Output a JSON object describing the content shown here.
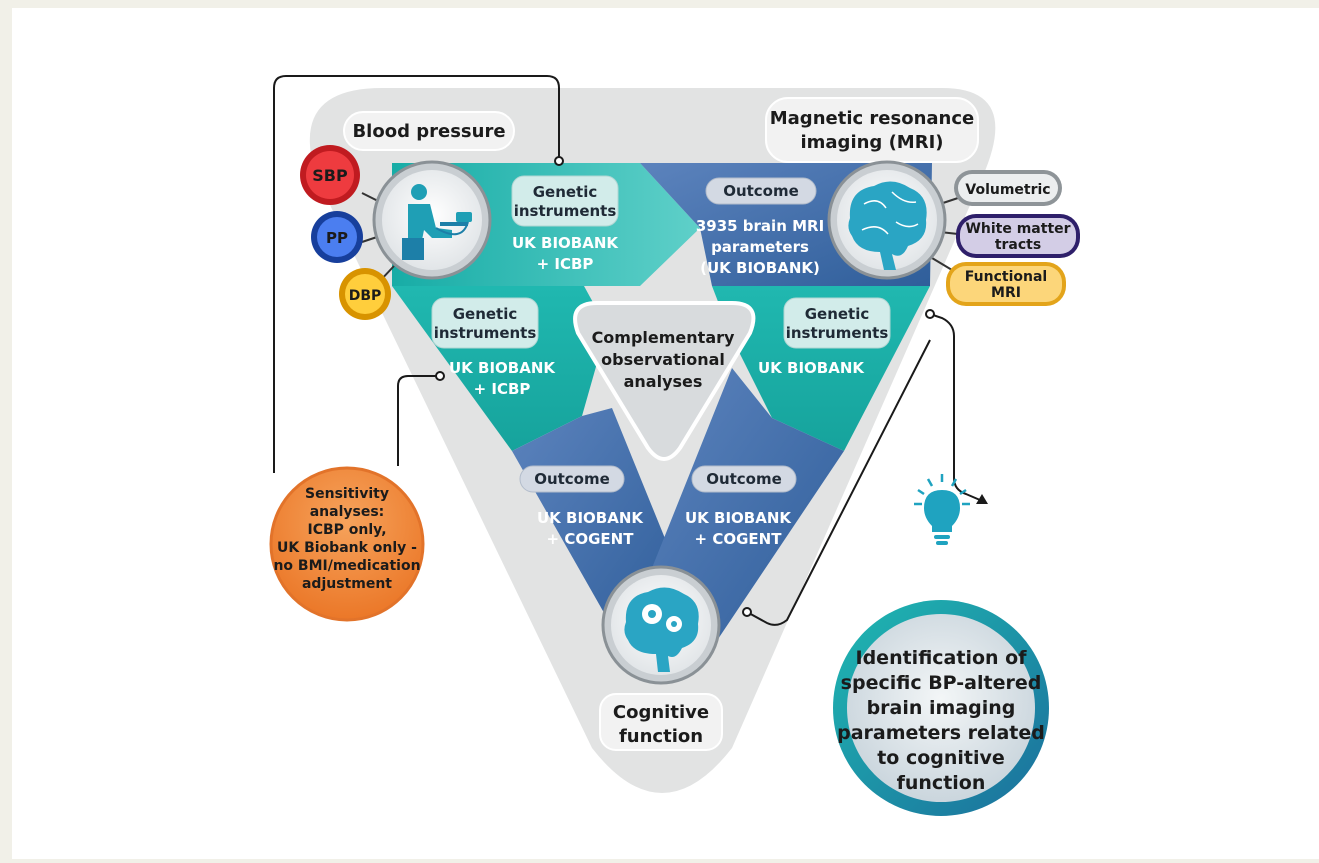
{
  "nodes": {
    "blood_pressure": "Blood pressure",
    "mri_line1": "Magnetic resonance",
    "mri_line2": "imaging (MRI)",
    "cognitive_line1": "Cognitive",
    "cognitive_line2": "function",
    "center_line1": "Complementary",
    "center_line2": "observational",
    "center_line3": "analyses"
  },
  "bp_types": {
    "sbp": "SBP",
    "pp": "PP",
    "dbp": "DBP"
  },
  "mri_types": {
    "volumetric": "Volumetric",
    "white_matter_line1": "White matter",
    "white_matter_line2": "tracts",
    "functional_line1": "Functional",
    "functional_line2": "MRI"
  },
  "top_left": {
    "tag_line1": "Genetic",
    "tag_line2": "instruments",
    "src_line1": "UK BIOBANK",
    "src_line2": "+ ICBP"
  },
  "top_right": {
    "tag": "Outcome",
    "line1": "3935 brain MRI",
    "line2": "parameters",
    "line3": "(UK BIOBANK)"
  },
  "left_arm": {
    "tag_line1": "Genetic",
    "tag_line2": "instruments",
    "src_line1": "UK BIOBANK",
    "src_line2": "+ ICBP"
  },
  "right_arm": {
    "tag_line1": "Genetic",
    "tag_line2": "instruments",
    "src": "UK BIOBANK"
  },
  "bottom_left": {
    "tag": "Outcome",
    "line1": "UK BIOBANK",
    "line2": "+ COGENT"
  },
  "bottom_right": {
    "tag": "Outcome",
    "line1": "UK BIOBANK",
    "line2": "+ COGENT"
  },
  "sensitivity": {
    "line1": "Sensitivity",
    "line2": "analyses:",
    "line3": "ICBP only,",
    "line4": "UK Biobank only -",
    "line5": "no BMI/medication",
    "line6": "adjustment"
  },
  "result": {
    "line1": "Identification of",
    "line2": "specific BP-altered",
    "line3": "brain imaging",
    "line4": "parameters related",
    "line5": "to cognitive",
    "line6": "function"
  },
  "colors": {
    "teal": "#1fb2ab",
    "blue": "#3f6fa8",
    "orange": "#f08a3e",
    "result_ring": "#1a8fa8",
    "sbp": "#e0282e",
    "pp": "#2a5bd1",
    "dbp": "#f4b41c"
  },
  "icons": [
    "patient-bp-measurement-icon",
    "brain-icon",
    "brain-gears-icon",
    "lightbulb-icon"
  ]
}
